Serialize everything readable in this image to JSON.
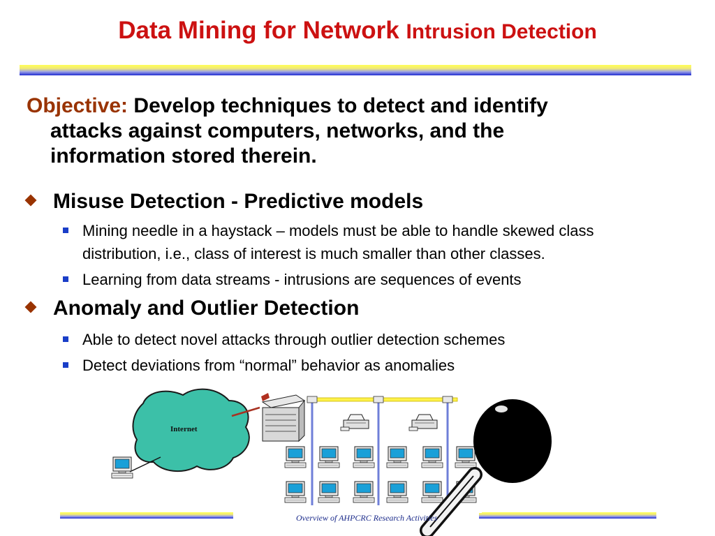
{
  "title": {
    "part1": "Data Mining for Network ",
    "part2": "Intrusion Detection"
  },
  "objective": {
    "label": "Objective:",
    "lines": [
      "Develop techniques to detect and identify",
      "attacks against computers, networks, and the",
      "information stored therein."
    ]
  },
  "bullets": [
    {
      "heading": "Misuse Detection - Predictive models",
      "subs": [
        [
          "Mining needle in a haystack – models must be able to handle skewed class",
          "distribution, i.e., class of interest is much smaller than other classes."
        ],
        [
          "Learning from data streams - intrusions are sequences of events"
        ]
      ]
    },
    {
      "heading": "Anomaly and Outlier Detection",
      "subs": [
        [
          "Able to detect novel attacks through outlier detection schemes"
        ],
        [
          "Detect deviations from “normal” behavior as anomalies"
        ]
      ]
    }
  ],
  "illustration": {
    "cloud_label": "Internet"
  },
  "footer": "Overview of AHPCRC Research Activities",
  "colors": {
    "title": "#cc1111",
    "objective_label": "#993300",
    "bullet_diamond": "#993300",
    "bullet_square": "#1a3ec8",
    "footer": "#1a2a8a"
  },
  "icons": [
    "diamond-bullet-icon",
    "square-bullet-icon",
    "internet-cloud-icon",
    "computer-terminal-icon",
    "server-icon",
    "printer-icon",
    "magnifying-glass-icon"
  ]
}
